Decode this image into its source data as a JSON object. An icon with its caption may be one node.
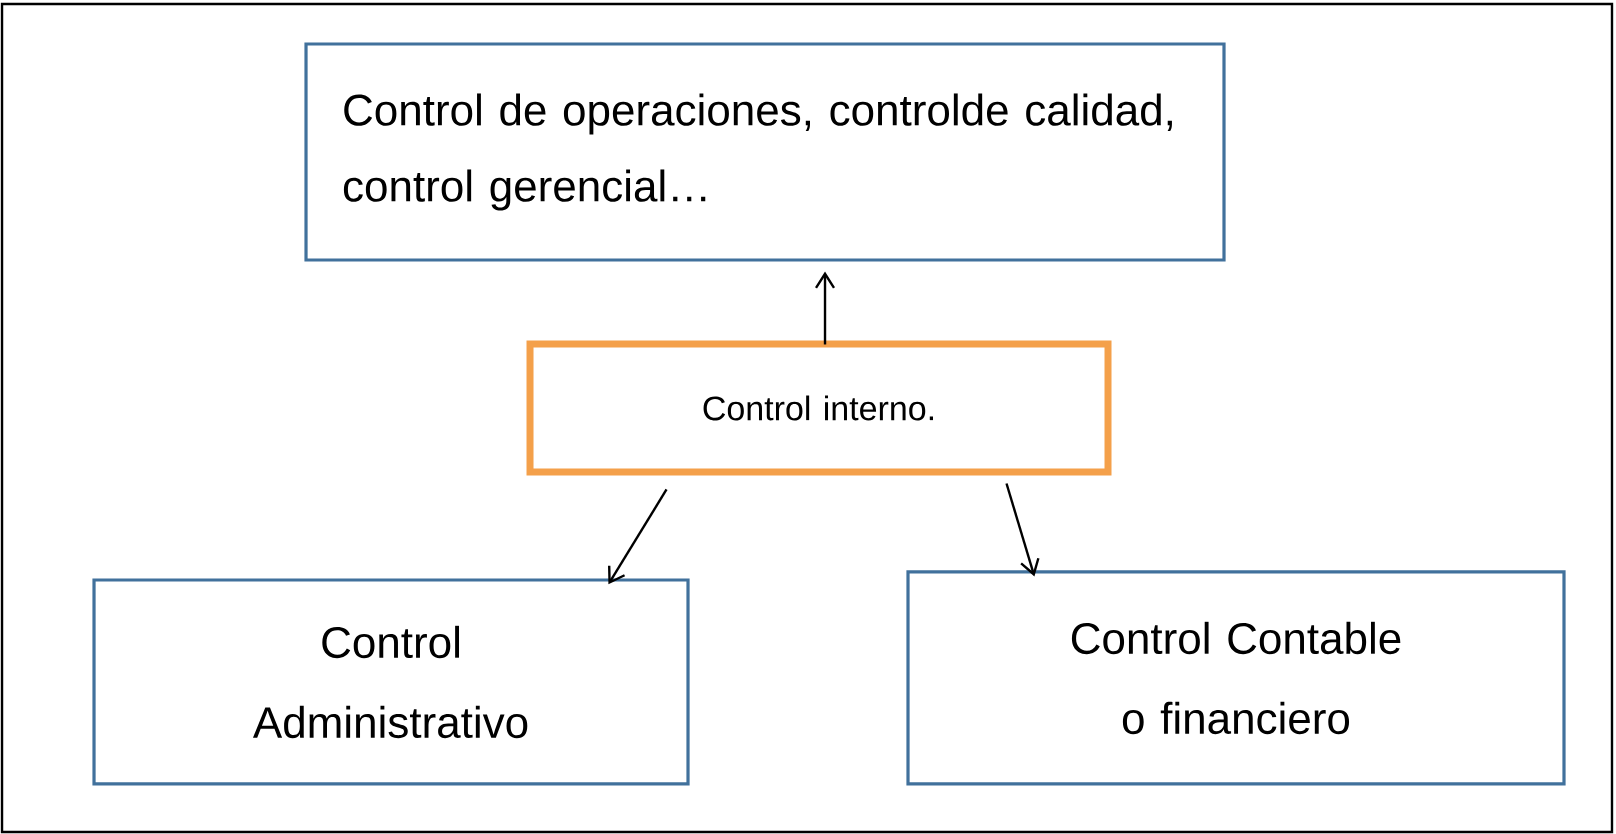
{
  "diagram": {
    "nodes": [
      {
        "text": [
          "Control de operaciones, controlde calidad, control gerencial…"
        ]
      },
      {
        "text": [
          "Control interno."
        ]
      },
      {
        "text": [
          "Control Administrativo"
        ]
      },
      {
        "text": [
          "Control Contable o financiero"
        ]
      }
    ],
    "edges": [
      {
        "from": 1,
        "to": 0,
        "arrow": "to"
      },
      {
        "from": 1,
        "to": 2,
        "arrow": "to"
      },
      {
        "from": 1,
        "to": 3,
        "arrow": "to"
      }
    ]
  }
}
